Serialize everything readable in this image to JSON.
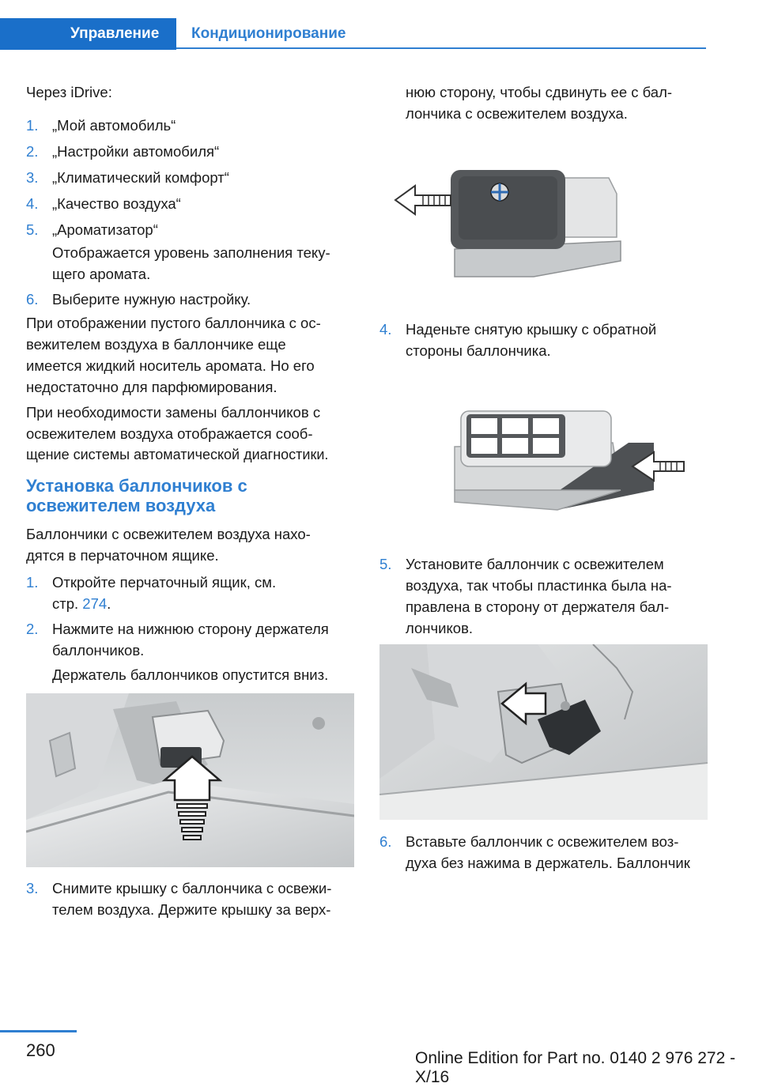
{
  "header": {
    "tab_active": "Управление",
    "tab_inactive": "Кондиционирование"
  },
  "left": {
    "intro": "Через iDrive:",
    "steps1": [
      {
        "n": "1.",
        "text": "„Мой автомобиль“"
      },
      {
        "n": "2.",
        "text": "„Настройки автомобиля“"
      },
      {
        "n": "3.",
        "text": "„Климатический комфорт“"
      },
      {
        "n": "4.",
        "text": "„Качество воздуха“"
      },
      {
        "n": "5.",
        "text": "„Ароматизатор“"
      }
    ],
    "step5_note_l1": "Отображается уровень заполнения теку-",
    "step5_note_l2": "щего аромата.",
    "step6": {
      "n": "6.",
      "text": "Выберите нужную настройку."
    },
    "para1": [
      "При отображении пустого баллончика с ос-",
      "вежителем воздуха в баллончике еще",
      "имеется жидкий носитель аромата. Но его",
      "недостаточно для парфюмирования."
    ],
    "para2": [
      "При необходимости замены баллончиков с",
      "освежителем воздуха отображается сооб-",
      "щение системы автоматической диагностики."
    ],
    "heading_l1": "Установка баллончиков с",
    "heading_l2": "освежителем воздуха",
    "para3": [
      "Баллончики с освежителем воздуха нахо-",
      "дятся в перчаточном ящике."
    ],
    "inst1_n": "1.",
    "inst1_l1": "Откройте перчаточный ящик, см.",
    "inst1_l2_prefix": "стр. ",
    "inst1_l2_link": "274",
    "inst1_l2_suffix": ".",
    "inst2_n": "2.",
    "inst2_l1": "Нажмите на нижнюю сторону держателя",
    "inst2_l2": "баллончиков.",
    "inst2_note": "Держатель баллончиков опустится вниз.",
    "inst3_n": "3.",
    "inst3_l1": "Снимите крышку с баллончика с освежи-",
    "inst3_l2": "телем воздуха. Держите крышку за верх-"
  },
  "right": {
    "cont_l1": "нюю сторону, чтобы сдвинуть ее с бал-",
    "cont_l2": "лончика с освежителем воздуха.",
    "inst4_n": "4.",
    "inst4_l1": "Наденьте снятую крышку с обратной",
    "inst4_l2": "стороны баллончика.",
    "inst5_n": "5.",
    "inst5_lines": [
      "Установите баллончик с освежителем",
      "воздуха, так чтобы пластинка была на-",
      "правлена в сторону от держателя бал-",
      "лончиков."
    ],
    "inst6_n": "6.",
    "inst6_l1": "Вставьте баллончик с освежителем воз-",
    "inst6_l2": "духа без нажима в держатель. Баллончик"
  },
  "footer": {
    "page_number": "260",
    "edition": "Online Edition for Part no. 0140 2 976 272 - X/16"
  }
}
